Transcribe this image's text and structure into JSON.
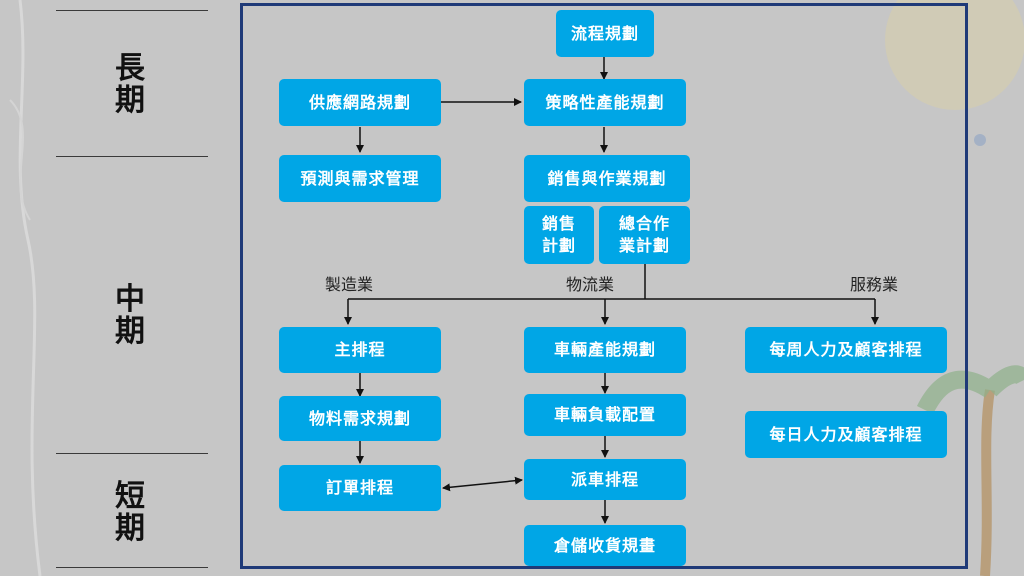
{
  "phases": {
    "long": "長\n期",
    "mid": "中\n期",
    "short": "短\n期"
  },
  "categories": {
    "manufacturing": "製造業",
    "logistics": "物流業",
    "service": "服務業"
  },
  "boxes": {
    "process_planning": "流程規劃",
    "supply_network": "供應網路規劃",
    "strategic_capacity": "策略性產能規劃",
    "forecast_demand": "預測與需求管理",
    "sales_operations": "銷售與作業規劃",
    "sales_plan": "銷售\n計劃",
    "aggregate_plan": "總合作\n業計劃",
    "master_schedule": "主排程",
    "mrp": "物料需求規劃",
    "order_schedule": "訂單排程",
    "vehicle_capacity": "車輛產能規劃",
    "vehicle_load": "車輛負載配置",
    "dispatch": "派車排程",
    "warehouse": "倉儲收貨規畫",
    "weekly_staff": "每周人力及顧客排程",
    "daily_staff": "每日人力及顧客排程"
  },
  "colors": {
    "box": "#00a6e6",
    "frame": "#1f3a78",
    "background": "#c6c6c6"
  }
}
